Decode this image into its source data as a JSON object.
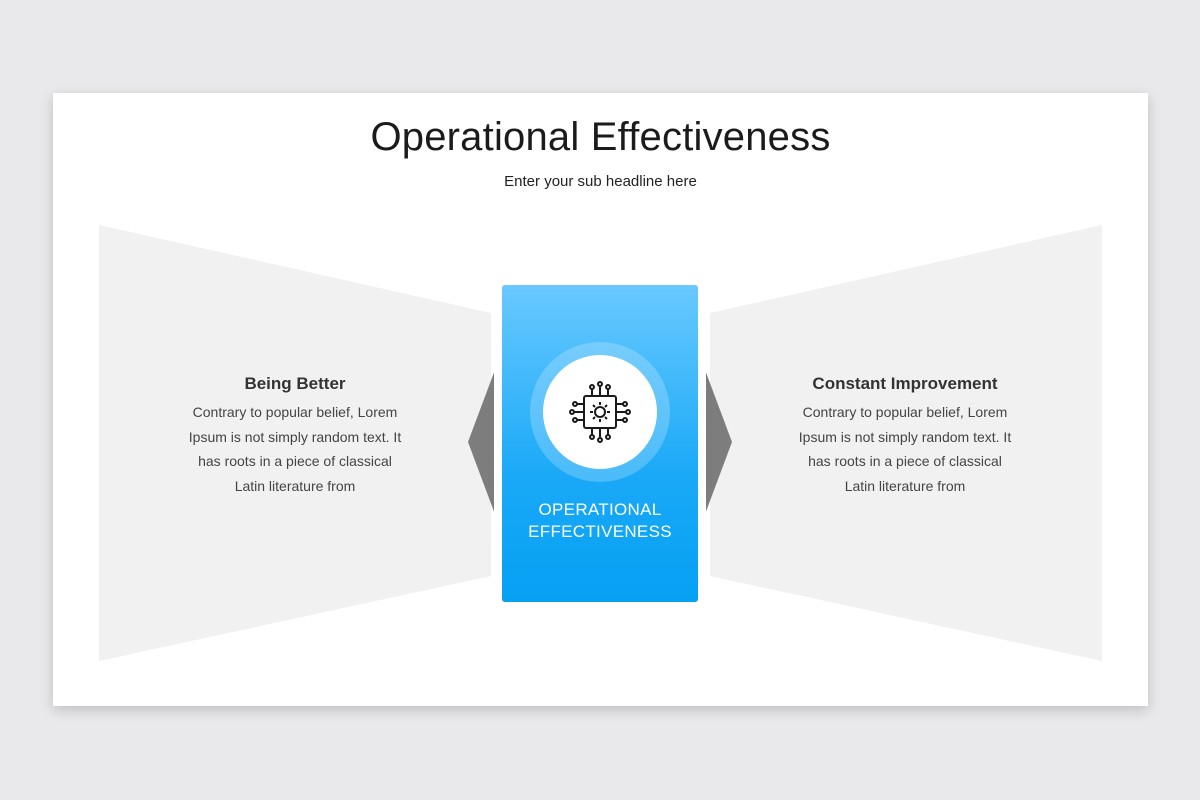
{
  "header": {
    "title": "Operational Effectiveness",
    "subtitle": "Enter your sub headline here"
  },
  "left": {
    "heading": "Being Better",
    "body": "Contrary to popular belief, Lorem Ipsum is not simply random text. It has roots in a piece of classical Latin literature from"
  },
  "center": {
    "label_line1": "OPERATIONAL",
    "label_line2": "EFFECTIVENESS",
    "icon": "circuit-gear-icon"
  },
  "right": {
    "heading": "Constant Improvement",
    "body": "Contrary to popular belief, Lorem Ipsum is not simply random text. It has roots in a piece of classical Latin literature from"
  },
  "colors": {
    "background": "#e9e8ea",
    "slide": "#ffffff",
    "panel": "#f1f1f1",
    "arrow": "#7d7d7d",
    "card_top": "#69c9ff",
    "card_bottom": "#06a0f3",
    "text": "#444444"
  }
}
